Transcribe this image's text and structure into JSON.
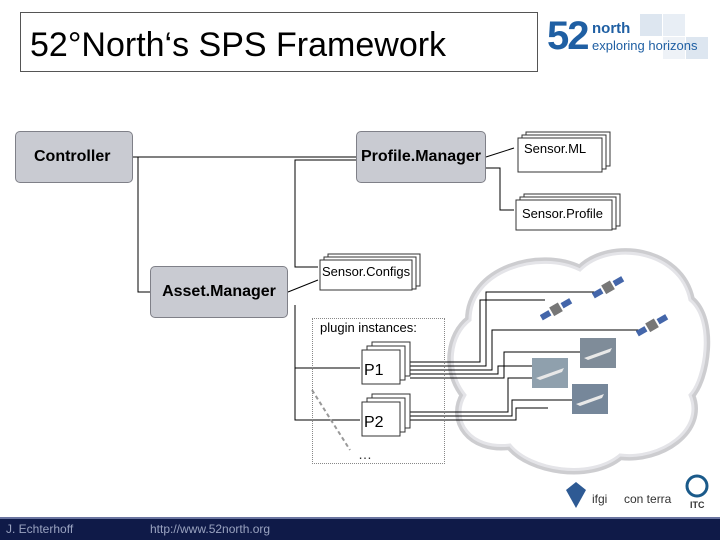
{
  "slide": {
    "title": "52°North‘s SPS Framework"
  },
  "logo": {
    "number": "52",
    "name": "north",
    "tagline": "exploring horizons"
  },
  "components": {
    "controller": "Controller",
    "profile_manager": "Profile.Manager",
    "asset_manager": "Asset.Manager"
  },
  "documents": {
    "sensorml": "Sensor.ML",
    "sensor_profile": "Sensor.Profile",
    "sensor_configs": "Sensor.Configs"
  },
  "plugins": {
    "heading": "plugin instances:",
    "instances": [
      "P1",
      "P2"
    ],
    "more": "…"
  },
  "partners": [
    "ifgi",
    "con terra",
    "ITC"
  ],
  "footer": {
    "author": "J. Echterhoff",
    "url": "http://www.52north.org"
  },
  "colors": {
    "box_fill": "#c9cbd2",
    "footer_bg": "#0f1a48",
    "logo_blue": "#1f5fa3"
  }
}
